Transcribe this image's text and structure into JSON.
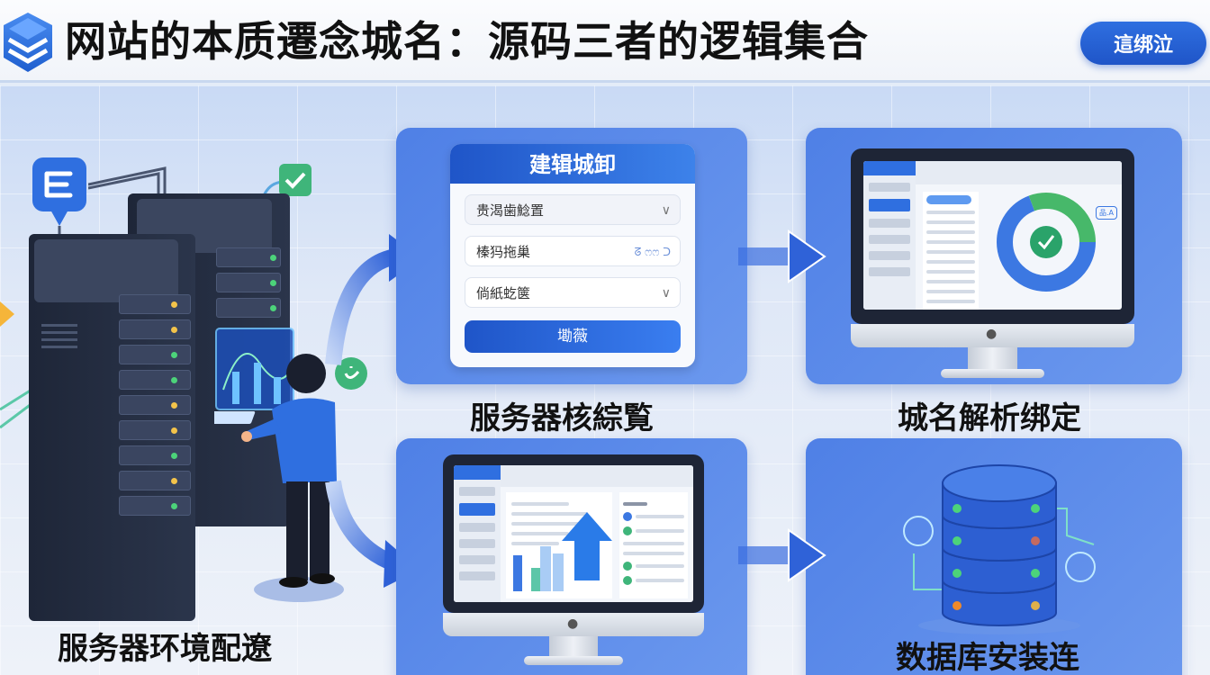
{
  "header": {
    "title": "网站的本质遷念城名：源码三者的逻辑集合",
    "logo_icon": "stacked-layers-icon",
    "action_button": "這绑泣"
  },
  "colors": {
    "accent": "#2f6fe0",
    "panel": "#5688e8",
    "header_bg": "#f4f6fa",
    "text_dark": "#111111",
    "green": "#3fb57a",
    "server_dark": "#232c40"
  },
  "illustration": {
    "left_label": "服务器环境配遼",
    "icons": [
      "document-bubble-icon",
      "check-badge-icon",
      "check-circle-icon",
      "orange-diamond-icon"
    ]
  },
  "panels": [
    {
      "id": "server-core",
      "label": "服务器核綜覧",
      "form": {
        "title": "建辑城卸",
        "fields": [
          {
            "value": "贵渴歯鯰置",
            "type": "select",
            "icon": "chevron-down-icon"
          },
          {
            "value": "榛犸拖巢",
            "type": "input",
            "aux": "ᘔ ෆෆ ᑐ",
            "icon": "edit-icon"
          },
          {
            "value": "倘紙虼箧",
            "type": "select",
            "icon": "chevron-down-icon"
          }
        ],
        "submit": "墈薇"
      }
    },
    {
      "id": "domain-binding",
      "label": "城名解析绑定",
      "screen": {
        "center_icon": "cycle-check-icon",
        "tag": "品.A"
      }
    },
    {
      "id": "deploy",
      "label": "",
      "screen": {
        "center_icon": "upload-arrow-icon",
        "chart": "bar-chart-icon"
      }
    },
    {
      "id": "database",
      "label": "数据库安装连",
      "center_icon": "database-stack-icon"
    }
  ]
}
